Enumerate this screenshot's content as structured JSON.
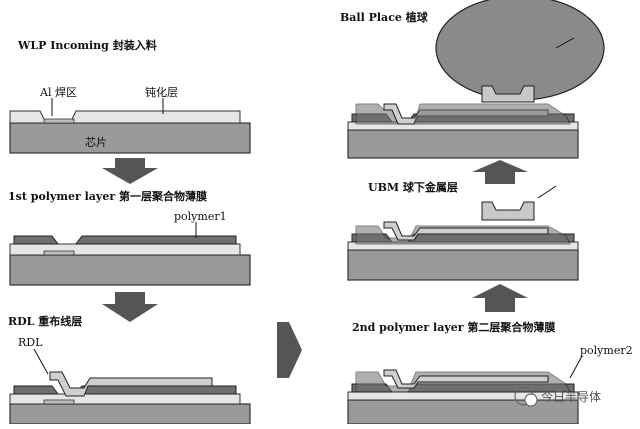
{
  "steps": {
    "wlp_incoming": "WLP Incoming 封装入料",
    "polymer1_step": "1st polymer layer  第一层聚合物薄膜",
    "rdl_step": "RDL  重布线层",
    "polymer2_step": "2nd polymer layer  第二层聚合物薄膜",
    "ubm_step": "UBM 球下金属层",
    "ball_place_step": "Ball Place 植球"
  },
  "callouts": {
    "al_pad": "Al 焊区",
    "passivation": "钝化层",
    "chip": "芯片",
    "polymer1": "polymer1",
    "rdl": "RDL",
    "polymer2": "polymer2"
  },
  "watermark": {
    "text": "今日半导体"
  },
  "colors": {
    "chip": "#9a9a9a",
    "passivation": "#e6e6e6",
    "al_pad": "#bdbdbd",
    "polymer": "#6f6f6f",
    "rdl_metal": "#cfcfcf",
    "ubm": "#c8c8c8",
    "ball": "#8a8a8a",
    "arrow": "#555555"
  }
}
